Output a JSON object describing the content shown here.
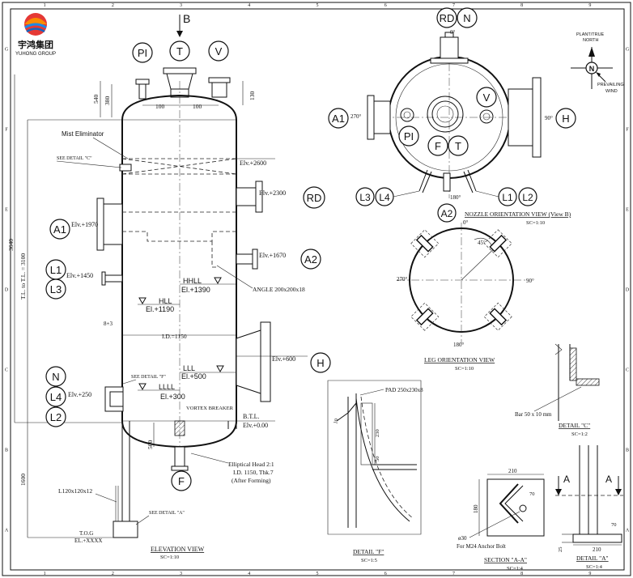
{
  "company": {
    "name_cn": "宇鸿集团",
    "name_en": "YUHONG GROUP"
  },
  "view_marker_b": "B",
  "nozzle_tags": {
    "PI": "PI",
    "T": "T",
    "V": "V",
    "RD": "RD",
    "N": "N",
    "A1": "A1",
    "A2": "A2",
    "L1": "L1",
    "L2": "L2",
    "L3": "L3",
    "L4": "L4",
    "H": "H",
    "F": "F"
  },
  "elevation": {
    "mist_eliminator": "Mist Eliminator",
    "see_detail_c": "SEE DETAIL \"C\"",
    "see_detail_f": "SEE DETAIL \"F\"",
    "see_detail_a": "SEE DETAIL \"A\"",
    "elv_2600": "Elv.+2600",
    "elv_2300": "Elv.+2300",
    "elv_1970": "Elv.+1970",
    "elv_1670": "Elv.+1670",
    "elv_1450": "Elv.+1450",
    "elv_600": "Elv.+600",
    "elv_250": "Elv.+250",
    "hhll": "HHLL",
    "hhll_el": "El.+1390",
    "hll": "HLL",
    "hll_el": "El.+1190",
    "lll": "LLL",
    "lll_el": "El.+500",
    "llll": "LLLL",
    "llll_el": "El.+300",
    "angle": "ANGLE 200x200x18",
    "vortex": "VORTEX BREAKER",
    "btl": "B.T.L.",
    "btl_el": "Elv.+0.00",
    "id": "I.D.=1150",
    "dim_8_3": "8+3",
    "dim_100a": "100",
    "dim_100b": "100",
    "dim_540": "540",
    "dim_380": "380",
    "dim_130": "130",
    "dim_3640": "3640",
    "tl_tl": "T.L. to T.L. = 3100",
    "dim_500": "500",
    "dim_1600": "1600",
    "head": [
      "Elliptical Head 2:1",
      "I.D. 1150, Thk.7",
      "(After Forming)"
    ],
    "leg": "L120x120x12",
    "tog": "T.O.G",
    "tog_el": "EL.+XXXX",
    "title": "ELEVATION VIEW",
    "scale": "SC=1:10"
  },
  "nozzle_view": {
    "title": "NOZZLE ORIENTATION VIEW (View B)",
    "scale": "SC=1:10",
    "deg0": "0°",
    "deg90": "90°",
    "deg180": "180°",
    "deg270": "270°",
    "plant_north": "PLANT/TRUE\nNORTH",
    "north_letter": "N",
    "prevailing_wind": "PREVAILING\nWIND"
  },
  "leg_view": {
    "title": "LEG ORIENTATION VIEW",
    "scale": "SC=1:10",
    "deg0": "0°",
    "deg90": "90°",
    "deg180": "180°",
    "deg270": "270°",
    "deg45": "45°"
  },
  "detail_f": {
    "pad": "PAD 250x230x8",
    "d230": "230",
    "d50": "50",
    "d10": "10",
    "title": "DETAIL \"F\"",
    "scale": "SC=1:5"
  },
  "detail_c": {
    "bar": "Bar 50 x 10 mm",
    "title": "DETAIL \"C\"",
    "scale": "SC=1:2"
  },
  "section_aa": {
    "d210": "210",
    "d180": "180",
    "d70": "70",
    "hole": "ø30",
    "bolt": "For M24 Anchor Bolt",
    "title": "SECTION \"A-A\"",
    "scale": "SC=1:4"
  },
  "detail_a": {
    "arrow_a": "A",
    "d210": "210",
    "d70": "70",
    "d25": "25",
    "title": "DETAIL \"A\"",
    "scale": "SC=1:4"
  },
  "border": {
    "cols": [
      "1",
      "2",
      "3",
      "4",
      "5",
      "6",
      "7",
      "8",
      "9"
    ],
    "rows": [
      "G",
      "F",
      "E",
      "D",
      "C",
      "B",
      "A"
    ]
  }
}
